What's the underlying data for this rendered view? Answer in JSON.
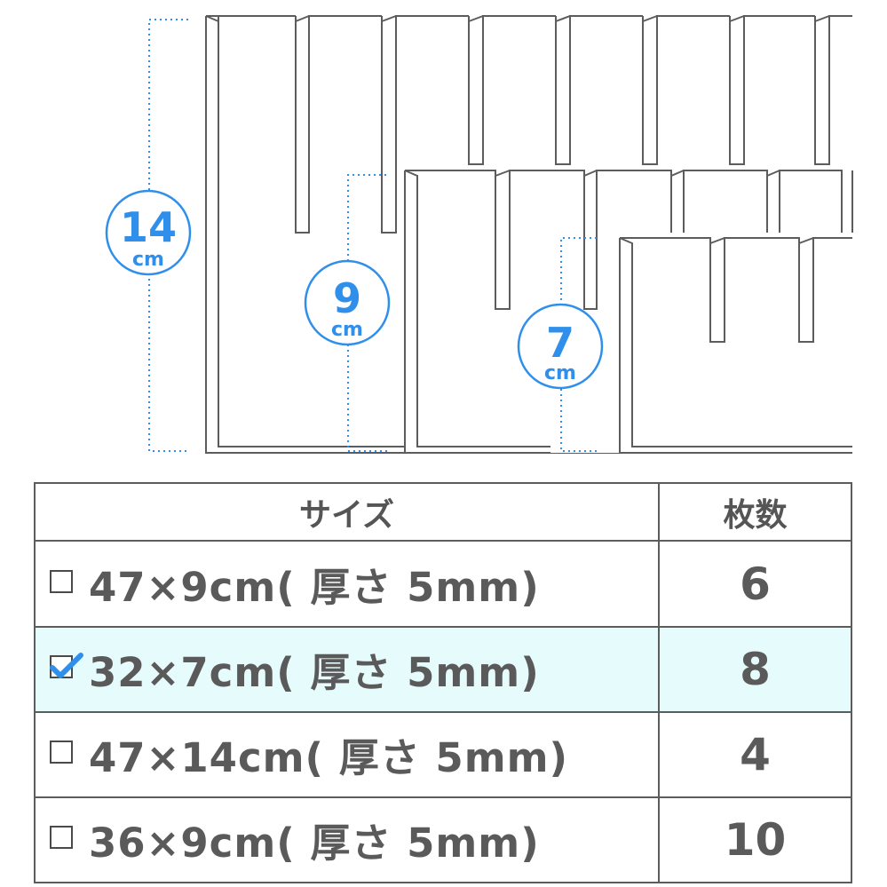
{
  "diagram": {
    "labels": [
      {
        "id": "label-14",
        "value": "14",
        "unit": "cm"
      },
      {
        "id": "label-9",
        "value": "9",
        "unit": "cm"
      },
      {
        "id": "label-7",
        "value": "7",
        "unit": "cm"
      }
    ]
  },
  "table": {
    "header_size": "サイズ",
    "header_count": "枚数",
    "rows": [
      {
        "size": "47×9cm( 厚さ 5mm)",
        "count": "6",
        "selected": false
      },
      {
        "size": "32×7cm( 厚さ 5mm)",
        "count": "8",
        "selected": true
      },
      {
        "size": "47×14cm( 厚さ 5mm)",
        "count": "4",
        "selected": false
      },
      {
        "size": "36×9cm( 厚さ 5mm)",
        "count": "10",
        "selected": false
      }
    ]
  },
  "colors": {
    "accent": "#2f8fea",
    "line": "#5c5c5c",
    "selected_row_bg": "#e6fbfc",
    "text": "#5a5a5a"
  }
}
